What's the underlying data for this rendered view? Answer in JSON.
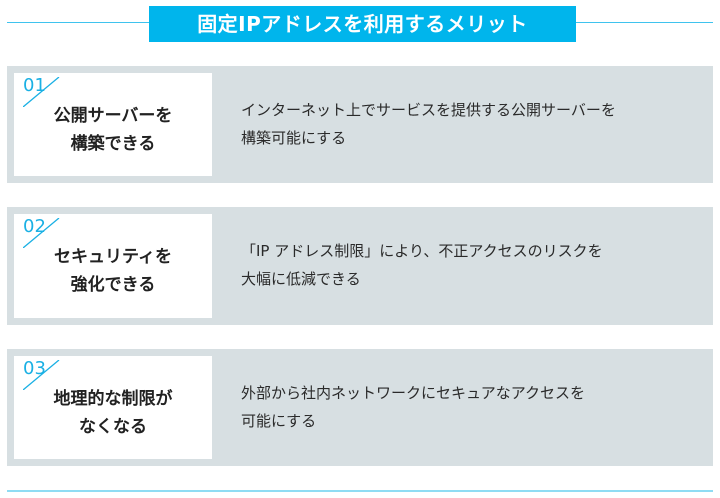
{
  "header": {
    "title": "固定IPアドレスを利用するメリット"
  },
  "items": [
    {
      "number": "01",
      "title_line1": "公開サーバーを",
      "title_line2": "構築できる",
      "desc_line1": "インターネット上でサービスを提供する公開サーバーを",
      "desc_line2": "構築可能にする"
    },
    {
      "number": "02",
      "title_line1": "セキュリティを",
      "title_line2": "強化できる",
      "desc_line1": "「IP アドレス制限」により、不正アクセスのリスクを",
      "desc_line2": "大幅に低減できる"
    },
    {
      "number": "03",
      "title_line1": "地理的な制限が",
      "title_line2": "なくなる",
      "desc_line1": "外部から社内ネットワークにセキュアなアクセスを",
      "desc_line2": "可能にする"
    }
  ],
  "colors": {
    "accent": "#00b5ec",
    "panel_bg": "#d7dfe2",
    "card_bg": "#ffffff",
    "text": "#222222"
  }
}
